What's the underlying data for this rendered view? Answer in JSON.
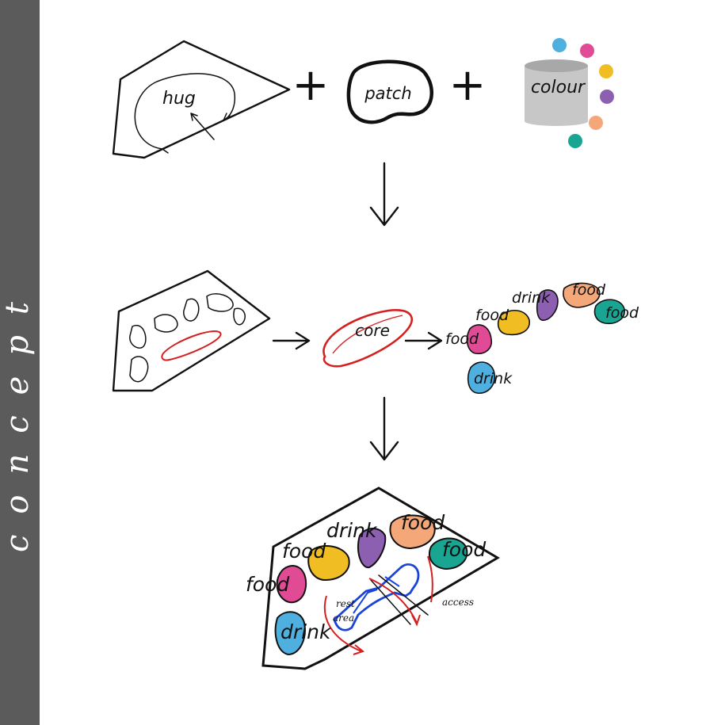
{
  "sidebar": {
    "title": "concept"
  },
  "step1": {
    "hug_label": "hug",
    "patch_label": "patch",
    "colour_label": "colour",
    "plus": "+",
    "palette": [
      "#4fb0e0",
      "#e14b96",
      "#f0bd22",
      "#8c5fb0",
      "#f4a87a",
      "#1aa592"
    ]
  },
  "step2": {
    "core_label": "core",
    "patches": [
      {
        "label": "food",
        "color": "#e14b96"
      },
      {
        "label": "food",
        "color": "#f0bd22"
      },
      {
        "label": "drink",
        "color": "#8c5fb0"
      },
      {
        "label": "food",
        "color": "#f4a87a"
      },
      {
        "label": "food",
        "color": "#1aa592"
      },
      {
        "label": "drink",
        "color": "#4fb0e0"
      }
    ]
  },
  "step3": {
    "patches": [
      {
        "label": "food",
        "color": "#e14b96"
      },
      {
        "label": "food",
        "color": "#f0bd22"
      },
      {
        "label": "drink",
        "color": "#8c5fb0"
      },
      {
        "label": "food",
        "color": "#f4a87a"
      },
      {
        "label": "food",
        "color": "#1aa592"
      },
      {
        "label": "drink",
        "color": "#4fb0e0"
      }
    ],
    "rest_label_1": "rest",
    "rest_label_2": "area",
    "access_label": "access",
    "accent_red": "#d42020",
    "accent_blue": "#1a44d8"
  }
}
